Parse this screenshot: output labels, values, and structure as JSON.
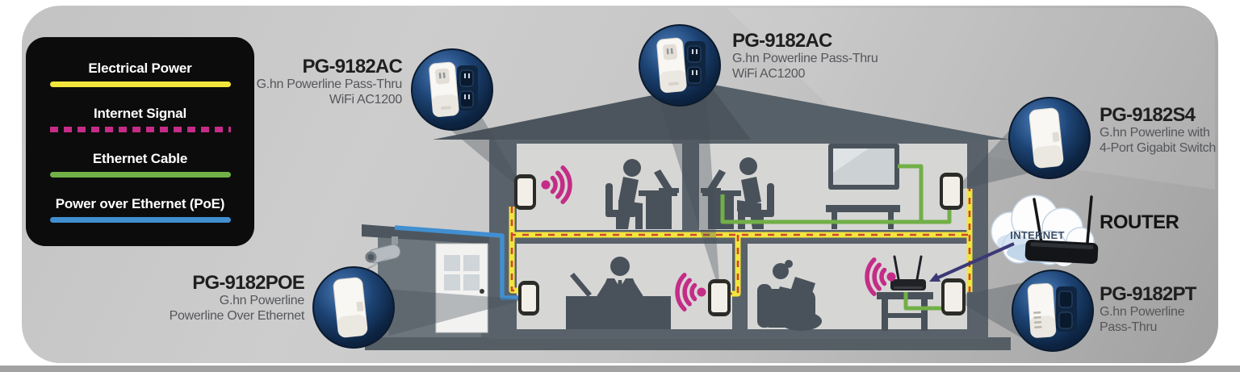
{
  "legend": {
    "items": [
      {
        "label": "Electrical Power",
        "color": "#f2e63d",
        "line_style": "solid"
      },
      {
        "label": "Internet Signal",
        "color": "#c42c87",
        "line_style": "dashed"
      },
      {
        "label": "Ethernet Cable",
        "color": "#71af47",
        "line_style": "solid"
      },
      {
        "label": "Power over Ethernet (PoE)",
        "color": "#418fd0",
        "line_style": "solid"
      }
    ]
  },
  "products": [
    {
      "model": "PG-9182AC",
      "line1": "G.hn Powerline Pass-Thru",
      "line2": "WiFi AC1200",
      "placement": "top-left"
    },
    {
      "model": "PG-9182AC",
      "line1": "G.hn Powerline Pass-Thru",
      "line2": "WiFi AC1200",
      "placement": "top-center"
    },
    {
      "model": "PG-9182S4",
      "line1": "G.hn Powerline with",
      "line2": "4-Port Gigabit Switch",
      "placement": "right"
    },
    {
      "model": "PG-9182POE",
      "line1": "G.hn Powerline",
      "line2": "Powerline Over Ethernet",
      "placement": "bottom-left"
    },
    {
      "model": "PG-9182PT",
      "line1": "G.hn Powerline",
      "line2": "Pass-Thru",
      "placement": "bottom-right"
    }
  ],
  "network": {
    "internet_label": "INTERNET",
    "router_label": "ROUTER"
  },
  "scene_colors": {
    "electrical_power": "#f2e63d",
    "internet_signal": "#c42c87",
    "ethernet": "#71af47",
    "poe": "#418fd0",
    "wifi_signal": "#c42c87",
    "house_wall": "#59626a",
    "room": "#d6d6d5",
    "product_circle": "#0d2442"
  }
}
